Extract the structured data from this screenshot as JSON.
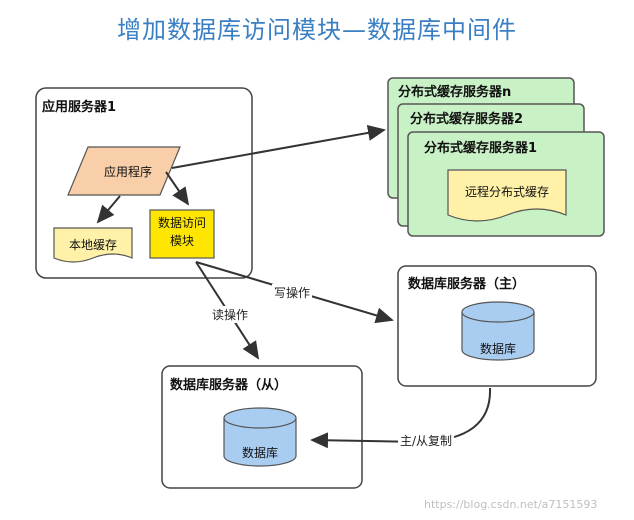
{
  "title": "增加数据库访问模块—数据库中间件",
  "app_server": {
    "label": "应用服务器1",
    "app_program": "应用程序",
    "local_cache": "本地缓存",
    "db_access": "数据访问\n模块"
  },
  "cache_servers": {
    "server_n": "分布式缓存服务器n",
    "server_2": "分布式缓存服务器2",
    "server_1": "分布式缓存服务器1",
    "remote_cache": "远程分布式缓存"
  },
  "db_master": {
    "label": "数据库服务器（主）",
    "db": "数据库"
  },
  "db_slave": {
    "label": "数据库服务器（从）",
    "db": "数据库"
  },
  "edges": {
    "write": "写操作",
    "read": "读操作",
    "replicate": "主/从复制"
  },
  "watermark": "https://blog.csdn.net/a7151593",
  "colors": {
    "title": "#3a7fc4",
    "app_program_fill": "#f9cfa9",
    "cache_fill": "#fff2a8",
    "db_access_fill": "#ffe600",
    "server_fill": "#c9f1c6",
    "db_fill": "#a9cdf1"
  }
}
